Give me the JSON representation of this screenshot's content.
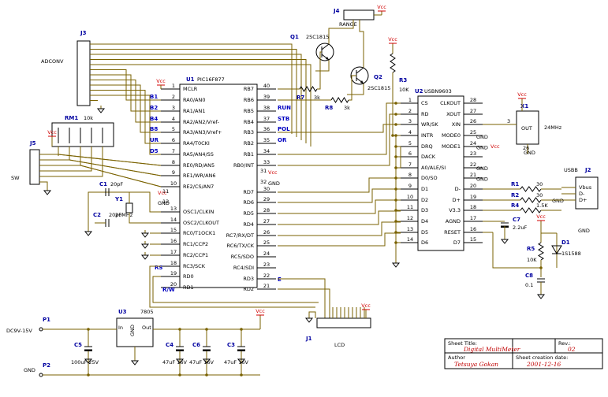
{
  "colors": {
    "wire": "#7a6200",
    "body": "#000000",
    "ref": "#0000a0",
    "vcc": "#d00000",
    "title_value": "#c00000",
    "net": "#0000c0"
  },
  "components": {
    "J3": {
      "ref": "J3",
      "label": "ADCONV"
    },
    "J4": {
      "ref": "J4",
      "label": "RANGE"
    },
    "Q1": {
      "ref": "Q1",
      "value": "2SC1815"
    },
    "Q2": {
      "ref": "Q2",
      "value": "2SC1815"
    },
    "R7": {
      "ref": "R7",
      "value": "3k"
    },
    "R8": {
      "ref": "R8",
      "value": "3k"
    },
    "R3": {
      "ref": "R3",
      "value": "10K"
    },
    "RM1": {
      "ref": "RM1",
      "value": "10k"
    },
    "J5": {
      "ref": "J5",
      "label": "SW"
    },
    "C1": {
      "ref": "C1",
      "value": "20pF"
    },
    "C2": {
      "ref": "C2",
      "value": "20pF"
    },
    "Y1": {
      "ref": "Y1",
      "value": "20MHz"
    },
    "U1": {
      "ref": "U1",
      "value": "PIC16F877",
      "left_pins": [
        {
          "num": "1",
          "name": "MCLR"
        },
        {
          "num": "2",
          "name": "RA0/AN0"
        },
        {
          "num": "3",
          "name": "RA1/AN1"
        },
        {
          "num": "4",
          "name": "RA2/AN2/Vref-"
        },
        {
          "num": "5",
          "name": "RA3/AN3/Vref+"
        },
        {
          "num": "6",
          "name": "RA4/T0CKI"
        },
        {
          "num": "7",
          "name": "RA5/AN4/SS"
        },
        {
          "num": "8",
          "name": "RE0/RD/AN5"
        },
        {
          "num": "9",
          "name": "RE1/WR/AN6"
        },
        {
          "num": "10",
          "name": "RE2/CS/AN7"
        },
        {
          "num": "13",
          "name": "OSC1/CLKIN"
        },
        {
          "num": "14",
          "name": "OSC2/CLKOUT"
        },
        {
          "num": "15",
          "name": "RC0/T1OCK1"
        },
        {
          "num": "16",
          "name": "RC1/CCP2"
        },
        {
          "num": "17",
          "name": "RC2/CCP1"
        },
        {
          "num": "18",
          "name": "RC3/SCK"
        },
        {
          "num": "19",
          "name": "RD0"
        },
        {
          "num": "20",
          "name": "RD1"
        }
      ],
      "right_pins": [
        {
          "num": "40",
          "name": "RB7"
        },
        {
          "num": "39",
          "name": "RB6"
        },
        {
          "num": "38",
          "name": "RB5"
        },
        {
          "num": "37",
          "name": "RB4"
        },
        {
          "num": "36",
          "name": "RB3"
        },
        {
          "num": "35",
          "name": "RB2"
        },
        {
          "num": "34",
          "name": "RB1"
        },
        {
          "num": "33",
          "name": "RB0/INT"
        },
        {
          "num": "30",
          "name": "RD7"
        },
        {
          "num": "29",
          "name": "RD6"
        },
        {
          "num": "28",
          "name": "RD5"
        },
        {
          "num": "27",
          "name": "RD4"
        },
        {
          "num": "26",
          "name": "RC7/RX/DT"
        },
        {
          "num": "25",
          "name": "RC6/TX/CK"
        },
        {
          "num": "24",
          "name": "RC5/SDO"
        },
        {
          "num": "23",
          "name": "RC4/SDI"
        },
        {
          "num": "22",
          "name": "RD3"
        },
        {
          "num": "21",
          "name": "RD2"
        }
      ],
      "pins_misc": [
        "11",
        "12",
        "31",
        "32"
      ]
    },
    "U2": {
      "ref": "U2",
      "value": "USBN9603",
      "left_pins": [
        {
          "num": "1",
          "name": "CS"
        },
        {
          "num": "2",
          "name": "RD"
        },
        {
          "num": "3",
          "name": "WR/SK"
        },
        {
          "num": "4",
          "name": "INTR"
        },
        {
          "num": "5",
          "name": "DRQ"
        },
        {
          "num": "6",
          "name": "DACK"
        },
        {
          "num": "7",
          "name": "A0/ALE/SI"
        },
        {
          "num": "8",
          "name": "D0/SO"
        },
        {
          "num": "9",
          "name": "D1"
        },
        {
          "num": "10",
          "name": "D2"
        },
        {
          "num": "11",
          "name": "D3"
        },
        {
          "num": "12",
          "name": "D4"
        },
        {
          "num": "13",
          "name": "D5"
        },
        {
          "num": "14",
          "name": "D6"
        }
      ],
      "right_pins": [
        {
          "num": "28",
          "name": "CLKOUT"
        },
        {
          "num": "27",
          "name": "XOUT"
        },
        {
          "num": "26",
          "name": "XIN"
        },
        {
          "num": "25",
          "name": "MODE0"
        },
        {
          "num": "24",
          "name": "MODE1"
        },
        {
          "num": "23",
          "name": ""
        },
        {
          "num": "22",
          "name": ""
        },
        {
          "num": "21",
          "name": ""
        },
        {
          "num": "20",
          "name": "D-"
        },
        {
          "num": "19",
          "name": "D+"
        },
        {
          "num": "18",
          "name": "V3.3"
        },
        {
          "num": "17",
          "name": "AGND"
        },
        {
          "num": "16",
          "name": "RESET"
        },
        {
          "num": "15",
          "name": "D7"
        }
      ]
    },
    "X1": {
      "ref": "X1",
      "value": "24MHz",
      "pin": "3",
      "out": "OUT"
    },
    "J2": {
      "ref": "J2",
      "label": "USBB",
      "pins": [
        "Vbus",
        "D-",
        "D+"
      ]
    },
    "R1": {
      "ref": "R1",
      "value": "30"
    },
    "R2": {
      "ref": "R2",
      "value": "30"
    },
    "R4": {
      "ref": "R4",
      "value": "1.5K"
    },
    "C7": {
      "ref": "C7",
      "value": "2.2uF"
    },
    "R5": {
      "ref": "R5",
      "value": "10K"
    },
    "D1": {
      "ref": "D1",
      "value": "1S1588"
    },
    "C8": {
      "ref": "C8",
      "value": "0.1"
    },
    "U3": {
      "ref": "U3",
      "value": "7805",
      "in": "In",
      "gnd": "GND",
      "out": "Out"
    },
    "P1": {
      "ref": "P1",
      "label": "DC9V-15V"
    },
    "P2": {
      "ref": "P2",
      "label": "GND"
    },
    "C5": {
      "ref": "C5",
      "value": "100uF 25V"
    },
    "C4": {
      "ref": "C4",
      "value": "47uF 16V"
    },
    "C6": {
      "ref": "C6",
      "value": "47uF 16V"
    },
    "C3": {
      "ref": "C3",
      "value": "47uF 16V"
    },
    "J1": {
      "ref": "J1",
      "label": "LCD"
    }
  },
  "nets": {
    "rb": [
      "RUN",
      "STB",
      "POL",
      "OR"
    ],
    "ra": [
      "B1",
      "B2",
      "B4",
      "B8",
      "UR",
      "D5"
    ],
    "rs": "RS",
    "rw": "R/W",
    "e": "E"
  },
  "power": {
    "vcc": "Vcc",
    "gnd": "GND"
  },
  "title_block": {
    "sheet_title_label": "Sheet Title:",
    "sheet_title": "Digital MultiMeter",
    "rev_label": "Rev.:",
    "rev": "02",
    "author_label": "Author",
    "author": "Tetsuya Gokan",
    "date_label": "Sheet creation date:",
    "date": "2001-12-16"
  }
}
